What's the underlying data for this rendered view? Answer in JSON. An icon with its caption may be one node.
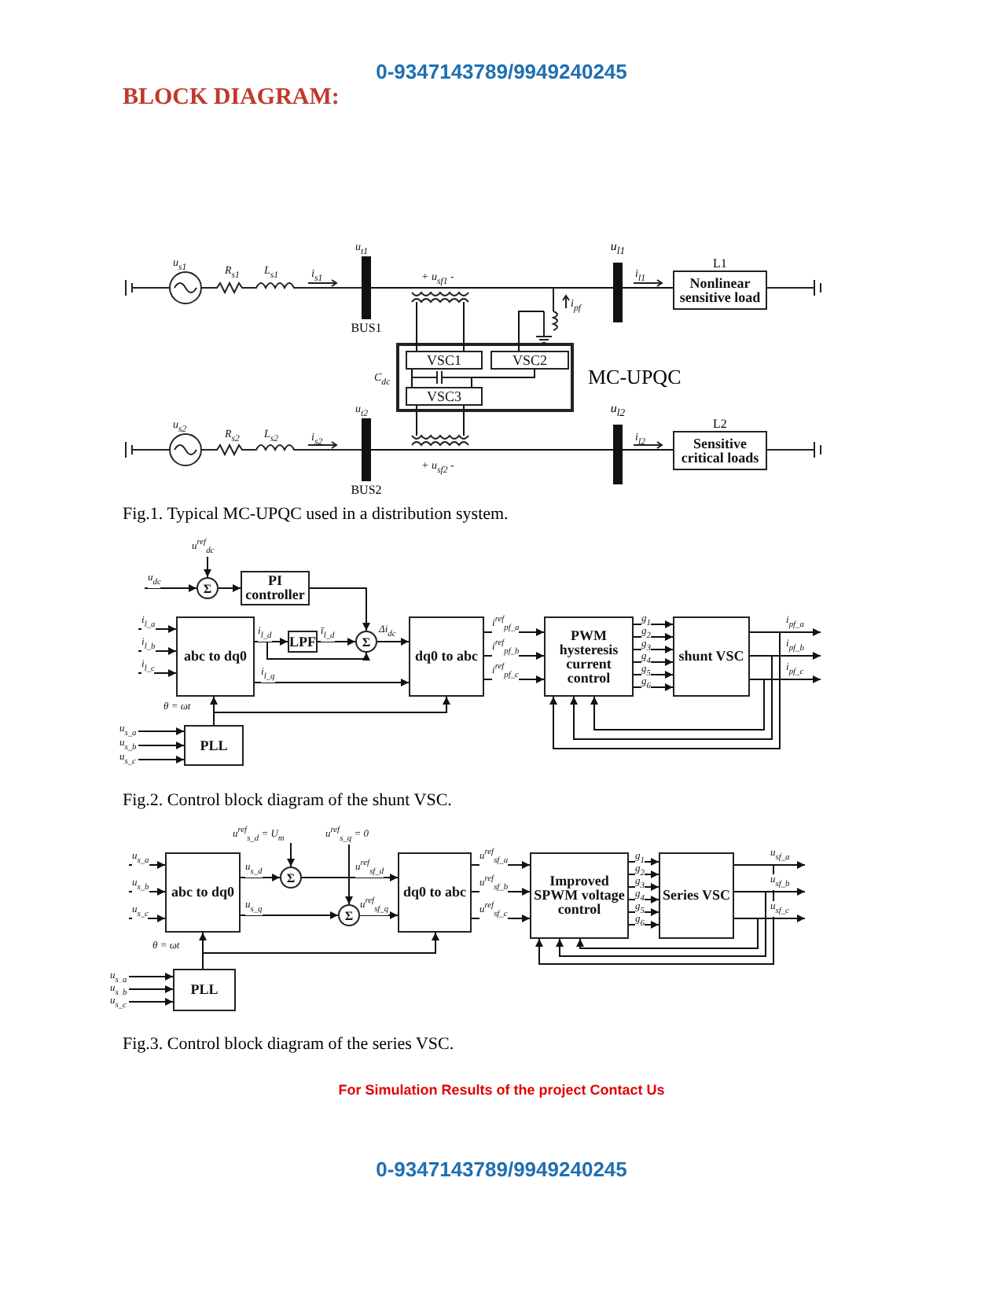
{
  "diagram": {
    "title": "BLOCK DIAGRAM:",
    "nodes": [
      {
        "text": [
          "Nonlinear sensitive load"
        ],
        "beside": [
          "L1"
        ]
      },
      {
        "text": [
          "Sensitive critical loads"
        ],
        "beside": [
          "L2"
        ]
      },
      {
        "text": [
          "MC-UPQC"
        ]
      },
      {
        "text": [
          "VSC1"
        ],
        "in": 2
      },
      {
        "text": [
          "VSC2"
        ],
        "in": 2
      },
      {
        "text": [
          "VSC3"
        ],
        "in": 2
      },
      {
        "text": [
          "BUS1"
        ]
      },
      {
        "text": [
          "BUS2"
        ]
      },
      {
        "text": [
          "u$_{l1}$"
        ]
      },
      {
        "text": [
          "u$_{l2}$"
        ]
      },
      {
        "text": [
          "Σ"
        ]
      },
      {
        "text": [
          "PI controller"
        ]
      },
      {
        "text": [
          "abc to dq0"
        ]
      },
      {
        "text": [
          "LPF"
        ]
      },
      {
        "text": [
          "Σ"
        ]
      },
      {
        "text": [
          "dq0 to abc"
        ]
      },
      {
        "text": [
          "PWM hysteresis current control"
        ]
      },
      {
        "text": [
          "shunt VSC"
        ]
      },
      {
        "text": [
          "PLL"
        ]
      },
      {
        "text": [
          "abc to dq0"
        ]
      },
      {
        "text": [
          "Σ"
        ]
      },
      {
        "text": [
          "Σ"
        ]
      },
      {
        "text": [
          "dq0 to abc"
        ]
      },
      {
        "text": [
          "Improved SPWM voltage control"
        ]
      },
      {
        "text": [
          "Series VSC"
        ]
      },
      {
        "text": [
          "PLL"
        ]
      }
    ],
    "edges": [
      {
        "from": 6,
        "to": 8,
        "arrow": "none"
      },
      {
        "from": 8,
        "to": 0,
        "arrow": "none"
      },
      {
        "from": 7,
        "to": 9,
        "arrow": "none"
      },
      {
        "from": 9,
        "to": 1,
        "arrow": "none"
      },
      {
        "from": null,
        "to": 10,
        "arrow": "to",
        "label": "u$_{dc}$"
      },
      {
        "from": null,
        "to": 10,
        "arrow": "to",
        "label": "u$^{ref}$$_{dc}$"
      },
      {
        "from": 10,
        "to": 11,
        "arrow": "to"
      },
      {
        "from": 11,
        "to": 14,
        "arrow": "to"
      },
      {
        "from": null,
        "to": 12,
        "arrow": "to",
        "label": "i$_{l_a}$"
      },
      {
        "from": null,
        "to": 12,
        "arrow": "to",
        "label": "i$_{l_b}$"
      },
      {
        "from": null,
        "to": 12,
        "arrow": "to",
        "label": "i$_{l_c}$"
      },
      {
        "from": 12,
        "to": 13,
        "arrow": "to",
        "label": "i$_{l_d}$"
      },
      {
        "from": 13,
        "to": 14,
        "arrow": "to",
        "label": "ī$_{l_d}$"
      },
      {
        "from": 12,
        "to": 14,
        "arrow": "to"
      },
      {
        "from": 12,
        "to": 15,
        "arrow": "to",
        "label": "i$_{l_q}$"
      },
      {
        "from": 14,
        "to": 15,
        "arrow": "to",
        "label": "Δi$_{dc}$"
      },
      {
        "from": 15,
        "to": 16,
        "arrow": "to",
        "label": "i$^{ref}$$_{pf_a}$"
      },
      {
        "from": 15,
        "to": 16,
        "arrow": "to",
        "label": "i$^{ref}$$_{pf_b}$"
      },
      {
        "from": 15,
        "to": 16,
        "arrow": "to",
        "label": "i$^{ref}$$_{pf_c}$"
      },
      {
        "from": 16,
        "to": 17,
        "arrow": "to",
        "label": "g$_{1}$"
      },
      {
        "from": 16,
        "to": 17,
        "arrow": "to",
        "label": "g$_{2}$"
      },
      {
        "from": 16,
        "to": 17,
        "arrow": "to",
        "label": "g$_{3}$"
      },
      {
        "from": 16,
        "to": 17,
        "arrow": "to",
        "label": "g$_{4}$"
      },
      {
        "from": 16,
        "to": 17,
        "arrow": "to",
        "label": "g$_{5}$"
      },
      {
        "from": 16,
        "to": 17,
        "arrow": "to",
        "label": "g$_{6}$"
      },
      {
        "from": 17,
        "to": null,
        "arrow": "to",
        "label": "i$_{pf_a}$"
      },
      {
        "from": 17,
        "to": null,
        "arrow": "to",
        "label": "i$_{pf_b}$"
      },
      {
        "from": 17,
        "to": null,
        "arrow": "to",
        "label": "i$_{pf_c}$"
      },
      {
        "from": 17,
        "to": 16,
        "arrow": "to"
      },
      {
        "from": 17,
        "to": 16,
        "arrow": "to"
      },
      {
        "from": 17,
        "to": 16,
        "arrow": "to"
      },
      {
        "from": null,
        "to": 18,
        "arrow": "to",
        "label": "u$_{s_a}$"
      },
      {
        "from": null,
        "to": 18,
        "arrow": "to",
        "label": "u$_{s_b}$"
      },
      {
        "from": null,
        "to": 18,
        "arrow": "to",
        "label": "u$_{s_c}$"
      },
      {
        "from": 18,
        "to": 12,
        "arrow": "to",
        "label": "θ = ωt"
      },
      {
        "from": 18,
        "to": 15,
        "arrow": "to"
      },
      {
        "from": null,
        "to": 19,
        "arrow": "to",
        "label": "u$_{s_a}$"
      },
      {
        "from": null,
        "to": 19,
        "arrow": "to",
        "label": "u$_{s_b}$"
      },
      {
        "from": null,
        "to": 19,
        "arrow": "to",
        "label": "u$_{s_c}$"
      },
      {
        "from": 19,
        "to": 20,
        "arrow": "to",
        "label": "u$_{s_d}$"
      },
      {
        "from": 19,
        "to": 21,
        "arrow": "to",
        "label": "u$_{s_q}$"
      },
      {
        "from": null,
        "to": 20,
        "arrow": "to",
        "label": "u$^{ref}$$_{s_d}$ = U$_{m}$"
      },
      {
        "from": null,
        "to": 21,
        "arrow": "to",
        "label": "u$^{ref}$$_{s_q}$ = 0"
      },
      {
        "from": 20,
        "to": 22,
        "arrow": "to",
        "label": "u$^{ref}$$_{sf_d}$"
      },
      {
        "from": 21,
        "to": 22,
        "arrow": "to",
        "label": "u$^{ref}$$_{sf_q}$"
      },
      {
        "from": 22,
        "to": 23,
        "arrow": "to",
        "label": "u$^{ref}$$_{sf_a}$"
      },
      {
        "from": 22,
        "to": 23,
        "arrow": "to",
        "label": "u$^{ref}$$_{sf_b}$"
      },
      {
        "from": 22,
        "to": 23,
        "arrow": "to",
        "label": "u$^{ref}$$_{sf_c}$"
      },
      {
        "from": 23,
        "to": 24,
        "arrow": "to",
        "label": "g$_{1}$"
      },
      {
        "from": 23,
        "to": 24,
        "arrow": "to",
        "label": "g$_{2}$"
      },
      {
        "from": 23,
        "to": 24,
        "arrow": "to",
        "label": "g$_{3}$"
      },
      {
        "from": 23,
        "to": 24,
        "arrow": "to",
        "label": "g$_{4}$"
      },
      {
        "from": 23,
        "to": 24,
        "arrow": "to",
        "label": "g$_{5}$"
      },
      {
        "from": 23,
        "to": 24,
        "arrow": "to",
        "label": "g$_{6}$"
      },
      {
        "from": 24,
        "to": null,
        "arrow": "to",
        "label": "u$_{sf_a}$"
      },
      {
        "from": 24,
        "to": null,
        "arrow": "to",
        "label": "u$_{sf_b}$"
      },
      {
        "from": 24,
        "to": null,
        "arrow": "to",
        "label": "u$_{sf_c}$"
      },
      {
        "from": 24,
        "to": 23,
        "arrow": "to"
      },
      {
        "from": 24,
        "to": 23,
        "arrow": "to"
      },
      {
        "from": 24,
        "to": 23,
        "arrow": "to"
      },
      {
        "from": null,
        "to": 25,
        "arrow": "to",
        "label": "u$_{s_a}$"
      },
      {
        "from": null,
        "to": 25,
        "arrow": "to",
        "label": "u$_{s_b}$"
      },
      {
        "from": null,
        "to": 25,
        "arrow": "to",
        "label": "u$_{s_c}$"
      },
      {
        "from": 25,
        "to": 19,
        "arrow": "to",
        "label": "θ = ωt"
      },
      {
        "from": 25,
        "to": 22,
        "arrow": "to"
      },
      {
        "from": 3,
        "to": null,
        "arrow": "none"
      },
      {
        "from": 3,
        "to": null,
        "arrow": "none"
      },
      {
        "from": 4,
        "to": null,
        "arrow": "none"
      },
      {
        "from": 5,
        "to": null,
        "arrow": "none"
      },
      {
        "from": 5,
        "to": null,
        "arrow": "none"
      },
      {
        "from": 4,
        "to": 5,
        "arrow": "none"
      },
      {
        "from": 3,
        "to": 5,
        "arrow": "none"
      }
    ],
    "labels": [
      "0-9347143789/9949240245",
      "u$_{s1}$",
      "R$_{s1}$",
      "L$_{s1}$",
      "i$_{s1}$",
      "u$_{t1}$",
      "+ u$_{sf1}$ -",
      "i$_{l1}$",
      "i$_{pf}$",
      "C$_{dc}$",
      "u$_{s2}$",
      "R$_{s2}$",
      "L$_{s2}$",
      "i$_{s2}$",
      "u$_{t2}$",
      "+ u$_{sf2}$ -",
      "i$_{l2}$",
      "Fig.1. Typical MC-UPQC used in a distribution system.",
      "Fig.2. Control block diagram of the shunt VSC.",
      "Fig.3. Control block diagram of the series VSC.",
      "For Simulation Results of the project Contact Us",
      "0-9347143789/9949240245"
    ]
  }
}
